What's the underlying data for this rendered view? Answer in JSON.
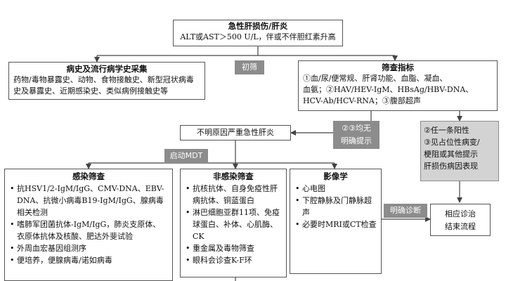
{
  "nodes": {
    "top": {
      "title": "急性肝损伤/肝炎",
      "text": "ALT或AST＞500 U/L，伴或不伴胆红素升高"
    },
    "initial_screen_label": "初筛",
    "history": {
      "title": "病史及流行病学史采集",
      "text": "药物/毒物暴露史、动物、食物接触史、新型冠状病毒史及暴露史、近期感染史、类似病例接触史等"
    },
    "screening": {
      "title": "筛查指标",
      "line1": "①血/尿/便常规、肝肾功能、血脂、凝血、",
      "line2": "血氨；②HAV/HEV-IgM、HBsAg/HBV-DNA、",
      "line3": "HCV-Ab/HCV-RNA；③腹部超声"
    },
    "unexplained": {
      "text": "不明原因严重急性肝炎"
    },
    "no_clear_hint": {
      "line1": "②③均无",
      "line2": "明确提示"
    },
    "positive_hint": {
      "line1": "②任一条阳性",
      "line2": "③见占位性病变/",
      "line3": "梗阻或其他提示",
      "line4": "肝损伤病因表现"
    },
    "mdt_label": "启动MDT",
    "infection": {
      "title": "感染筛查",
      "items": [
        "抗HSV1/2-IgM/IgG、CMV-DNA、EBV-DNA、抗微小病毒B19-IgM/IgG、腺病毒相关检测",
        "嗜肺军团菌抗体-IgM/IgG，肺炎支原体、衣原体抗体及核酸、肥达外斐试验",
        "外周血宏基因组测序",
        "便培养，便腺病毒/诺如病毒"
      ]
    },
    "noninfection": {
      "title": "非感染筛查",
      "items": [
        "抗核抗体、自身免疫性肝病抗体、铜蓝蛋白",
        "淋巴细胞亚群11项、免疫球蛋白、补体、心肌酶、CK",
        "重金属及毒物筛查",
        "眼科会诊查K-F环"
      ]
    },
    "imaging": {
      "title": "影像学",
      "items": [
        "心电图",
        "下腔静脉及门静脉超声",
        "必要时MRI或CT检查"
      ]
    },
    "clear_dx_label": "明确诊断",
    "end": {
      "line1": "相应诊治",
      "line2": "结束流程"
    }
  }
}
